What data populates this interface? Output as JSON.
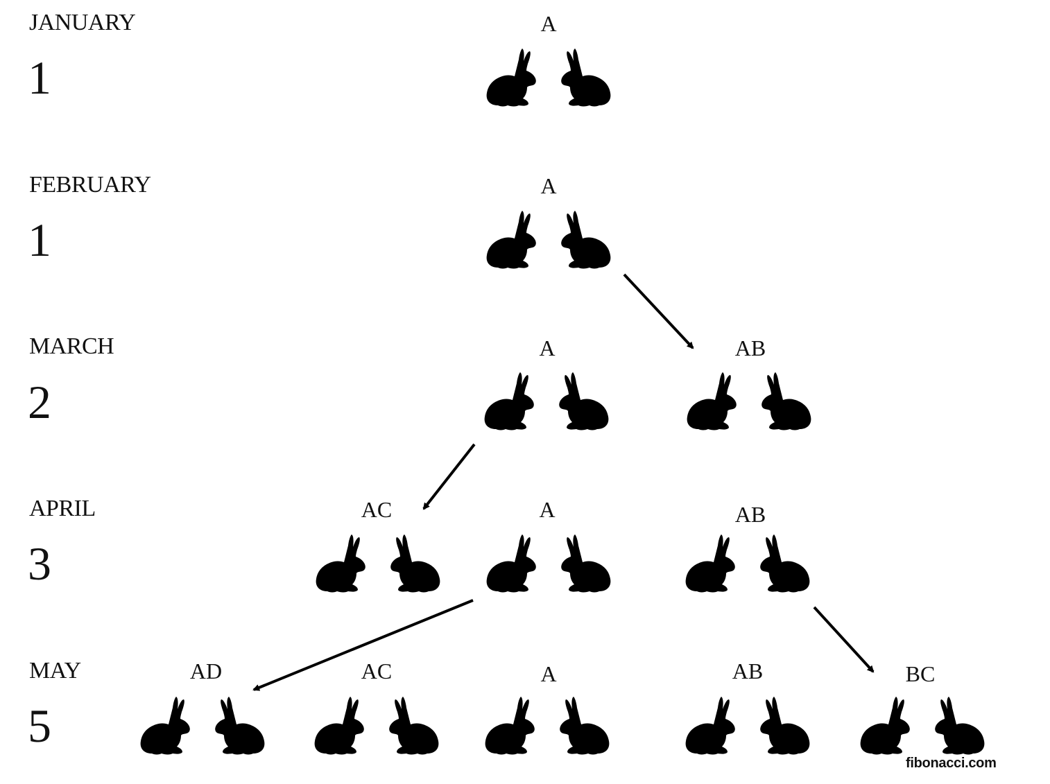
{
  "rows": [
    {
      "month": "JANUARY",
      "count": "1",
      "pairs": [
        "A"
      ]
    },
    {
      "month": "FEBRUARY",
      "count": "1",
      "pairs": [
        "A"
      ]
    },
    {
      "month": "MARCH",
      "count": "2",
      "pairs": [
        "A",
        "AB"
      ]
    },
    {
      "month": "APRIL",
      "count": "3",
      "pairs": [
        "AC",
        "A",
        "AB"
      ]
    },
    {
      "month": "MAY",
      "count": "5",
      "pairs": [
        "AD",
        "AC",
        "A",
        "AB",
        "BC"
      ]
    }
  ],
  "arrows": [
    {
      "from": "FEBRUARY:A",
      "to": "MARCH:AB"
    },
    {
      "from": "MARCH:A",
      "to": "APRIL:AC"
    },
    {
      "from": "APRIL:A",
      "to": "MAY:AD"
    },
    {
      "from": "APRIL:AB",
      "to": "MAY:BC"
    }
  ],
  "watermark": "fibonacci.com",
  "colors": {
    "rabbit": "#000000",
    "text": "#111111",
    "background": "#ffffff"
  },
  "icons": [
    "rabbit-icon",
    "arrow"
  ]
}
